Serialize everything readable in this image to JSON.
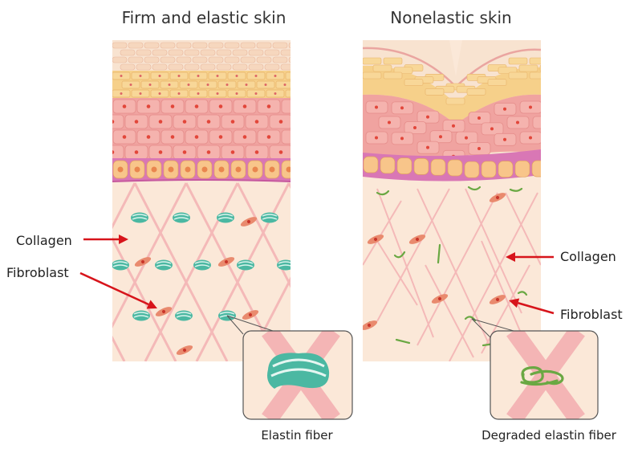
{
  "titles": {
    "left": "Firm and elastic skin",
    "right": "Nonelastic skin"
  },
  "labels": {
    "left_collagen": "Collagen",
    "left_fibroblast": "Fibroblast",
    "right_collagen": "Collagen",
    "right_fibroblast": "Fibroblast"
  },
  "captions": {
    "left_zoom": "Elastin fiber",
    "right_zoom": "Degraded elastin fiber"
  },
  "colors": {
    "dermis": "#fbe8d8",
    "collagen": "#f4b5b5",
    "elastin": "#4bb8a2",
    "degraded_elastin": "#6aa843",
    "fibroblast": "#e98a6e",
    "arrow": "#d7141b",
    "basal_band": "#d977b5",
    "basal_cell": "#f8c58a",
    "spinous": "#f0a3a0",
    "granular": "#f6d08a",
    "corneum": "#f8e3d0"
  }
}
